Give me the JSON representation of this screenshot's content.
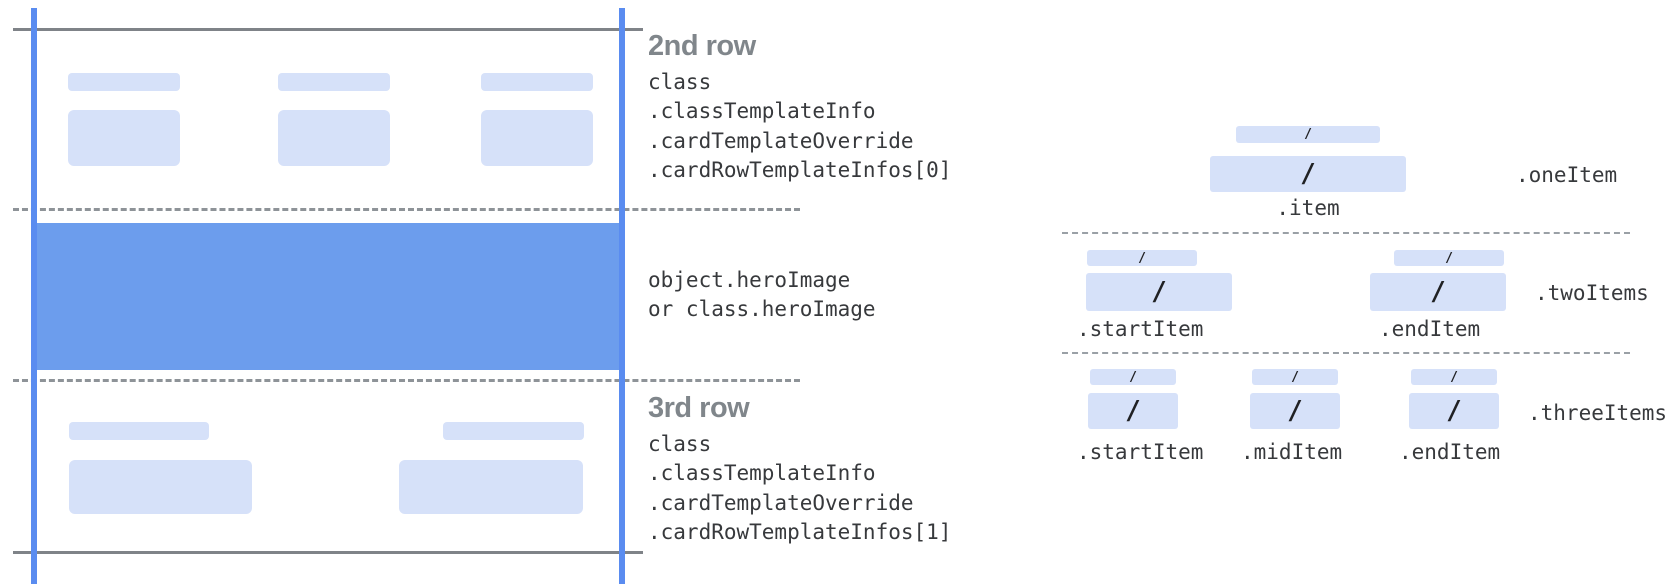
{
  "colors": {
    "placeholder_light_blue": "#d6e1f9",
    "hero_blue": "#6c9ded",
    "guide_line_blue": "#5a8cf0",
    "rule_gray": "#7f8388",
    "dash_gray": "#9aa0a6",
    "heading_gray": "#80868b",
    "code_text": "#37393c"
  },
  "card": {
    "row2": {
      "heading": "2nd row",
      "code_lines": [
        "class",
        ".classTemplateInfo",
        ".cardTemplateOverride",
        ".cardRowTemplateInfos[0]"
      ]
    },
    "hero": {
      "code_lines": [
        "object.heroImage",
        "or class.heroImage"
      ]
    },
    "row3": {
      "heading": "3rd row",
      "code_lines": [
        "class",
        ".classTemplateInfo",
        ".cardTemplateOverride",
        ".cardRowTemplateInfos[1]"
      ]
    }
  },
  "legend": {
    "slash": "/",
    "one": {
      "label": ".oneItem",
      "item_caption": ".item"
    },
    "two": {
      "label": ".twoItems",
      "start_caption": ".startItem",
      "end_caption": ".endItem"
    },
    "three": {
      "label": ".threeItems",
      "start_caption": ".startItem",
      "mid_caption": ".midItem",
      "end_caption": ".endItem"
    }
  }
}
